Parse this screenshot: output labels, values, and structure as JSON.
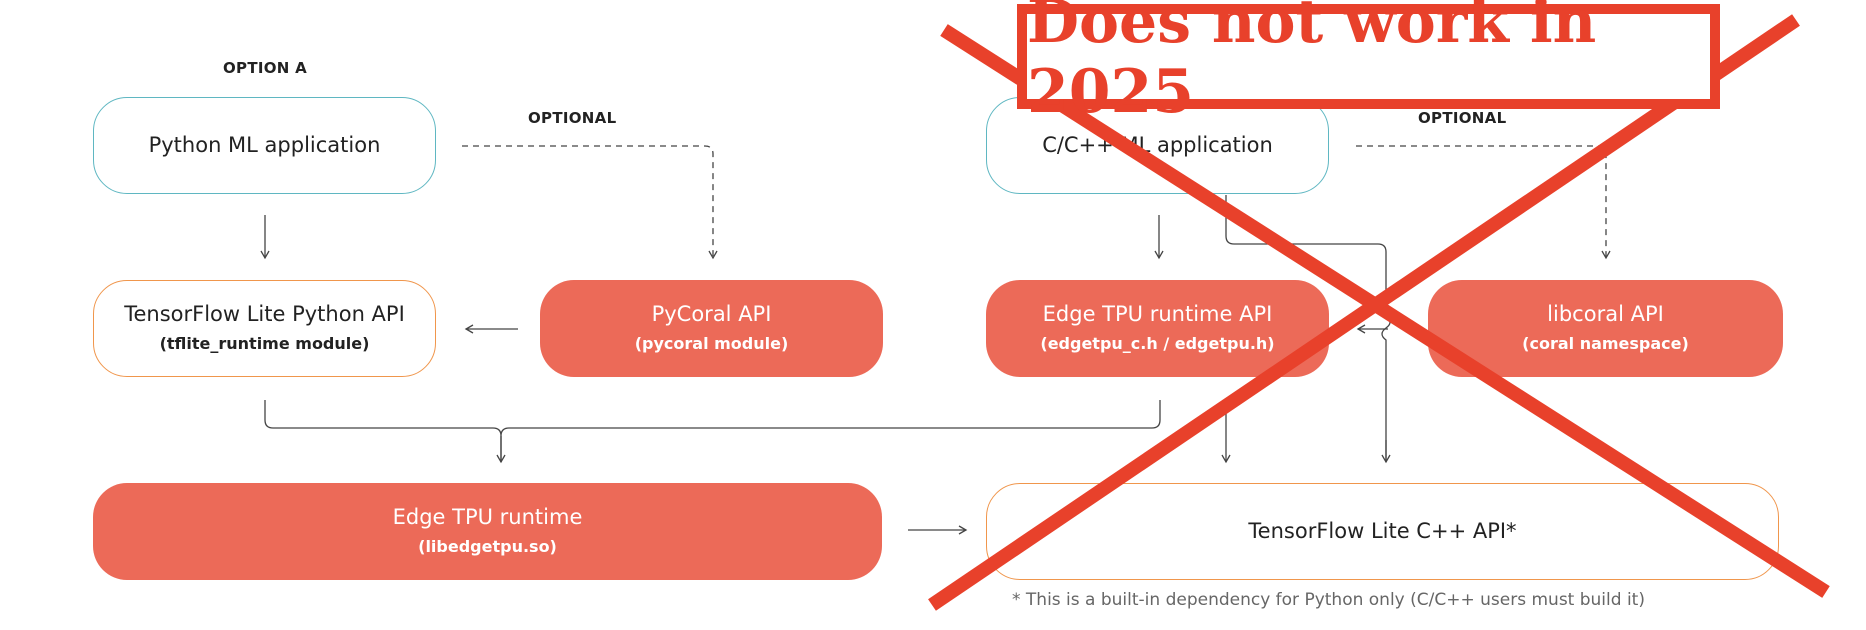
{
  "labels": {
    "option_a": "OPTION A",
    "optional_left": "OPTIONAL",
    "optional_right": "OPTIONAL"
  },
  "boxes": {
    "python_app": {
      "line1": "Python ML application"
    },
    "cpp_app": {
      "line1": "C/C++ ML application"
    },
    "tflite_python": {
      "line1": "TensorFlow Lite Python API",
      "line2": "(tflite_runtime module)"
    },
    "pycoral": {
      "line1": "PyCoral API",
      "line2": "(pycoral module)"
    },
    "edgetpu_runtime_api": {
      "line1": "Edge TPU runtime API",
      "line2": "(edgetpu_c.h / edgetpu.h)"
    },
    "libcoral": {
      "line1": "libcoral API",
      "line2": "(coral namespace)"
    },
    "edgetpu_runtime": {
      "line1": "Edge TPU runtime",
      "line2": "(libedgetpu.so)"
    },
    "tflite_cpp": {
      "line1": "TensorFlow Lite C++ API*"
    }
  },
  "footnote": "* This is a built-in dependency for Python only (C/C++ users must build it)",
  "overlay": {
    "text": "Does not work in 2025",
    "color": "#e8412b"
  },
  "colors": {
    "coral_fill": "#ec6a58",
    "teal_border": "#5fb7c2",
    "orange_border": "#f0964c",
    "wire": "#444444"
  }
}
